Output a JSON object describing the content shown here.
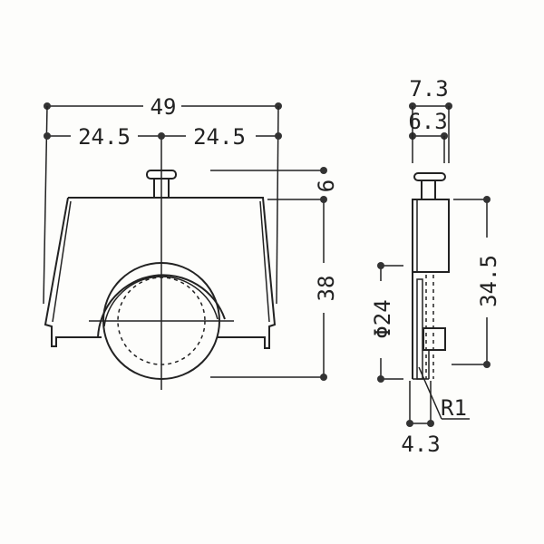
{
  "front_view": {
    "overall_width": "49",
    "half_width_left": "24.5",
    "half_width_right": "24.5",
    "knob_height": "6",
    "total_height": "38"
  },
  "side_view": {
    "outer_thickness": "7.3",
    "inner_thickness": "6.3",
    "body_height": "34.5",
    "wheel_diameter": "Φ24",
    "wheel_width": "4.3",
    "radius": "R1"
  }
}
